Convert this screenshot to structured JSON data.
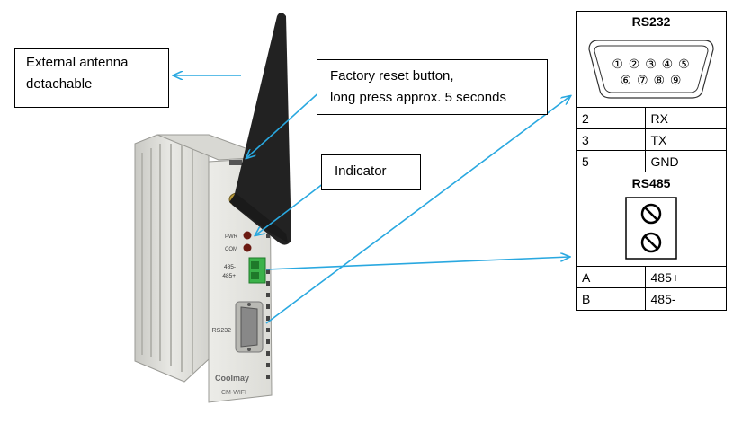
{
  "callouts": {
    "antenna": [
      "External antenna",
      "detachable"
    ],
    "reset": [
      "Factory reset button,",
      "long press approx. 5 seconds"
    ],
    "indicator": "Indicator"
  },
  "device": {
    "brand": "Coolmay",
    "model": "CM-WIFI",
    "pwr": "PWR",
    "com": "COM",
    "port_485a": "485-",
    "port_485b": "485+",
    "rs232_label": "RS232"
  },
  "rs232": {
    "title": "RS232",
    "pins_top": [
      "①",
      "②",
      "③",
      "④",
      "⑤"
    ],
    "pins_bottom": [
      "⑥",
      "⑦",
      "⑧",
      "⑨"
    ],
    "rows": [
      {
        "pin": "2",
        "signal": "RX"
      },
      {
        "pin": "3",
        "signal": "TX"
      },
      {
        "pin": "5",
        "signal": "GND"
      }
    ]
  },
  "rs485": {
    "title": "RS485",
    "rows": [
      {
        "pin": "A",
        "signal": "485+"
      },
      {
        "pin": "B",
        "signal": "485-"
      }
    ]
  },
  "colors": {
    "arrow": "#29a8e0",
    "terminal_green": "#3bb24a",
    "device_body": "#e4e4e0"
  }
}
